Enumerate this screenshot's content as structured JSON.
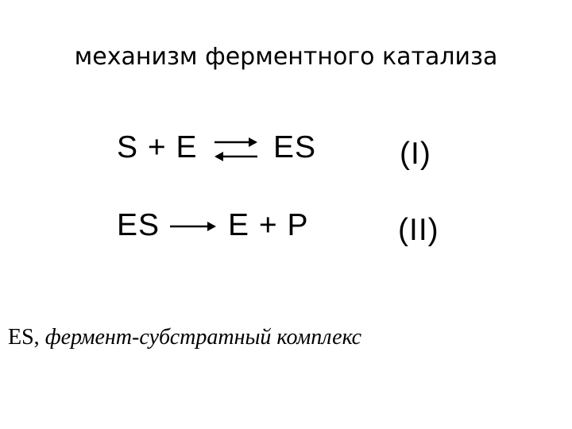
{
  "slide": {
    "title": "механизм ферментного катализа"
  },
  "reaction_1": {
    "left": "S + E",
    "right": "ES",
    "label": "(I)"
  },
  "reaction_2": {
    "left": "ES",
    "right": "E + P",
    "label": "(II)"
  },
  "definition": {
    "abbr": "ES,",
    "text": "фермент-субстратный комплекс"
  }
}
